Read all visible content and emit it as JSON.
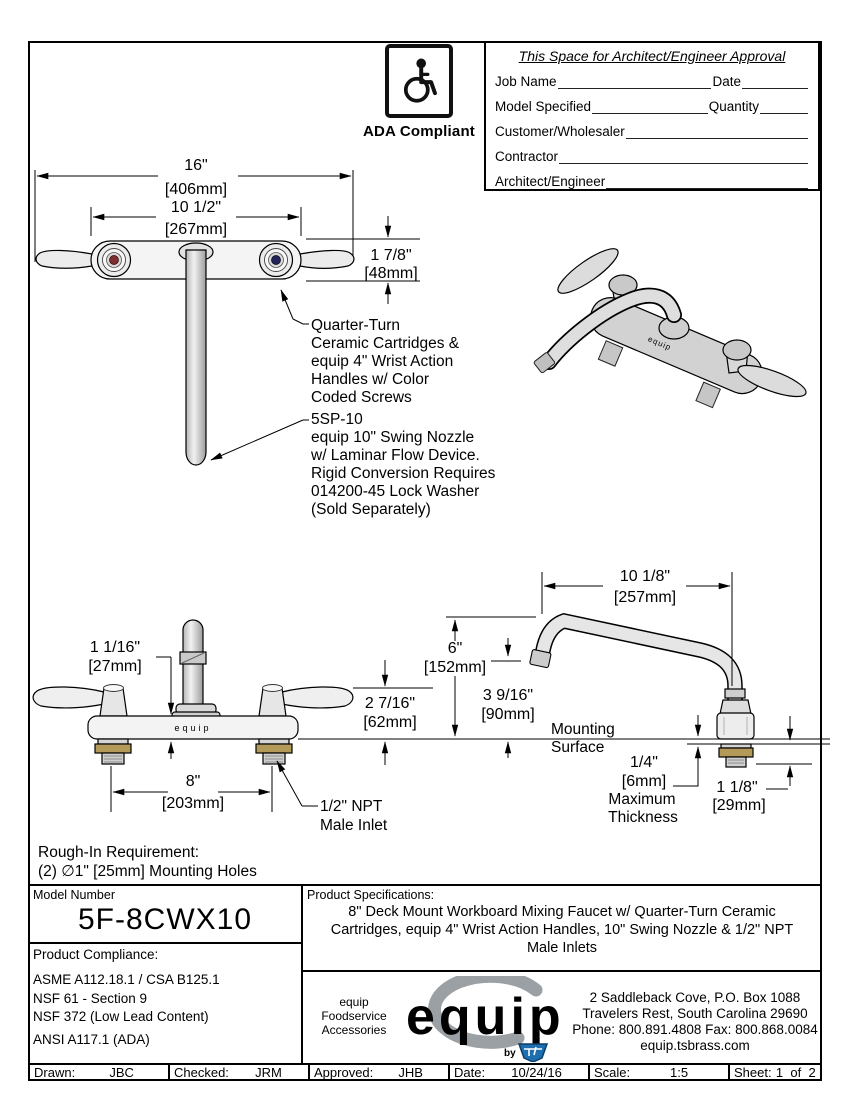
{
  "ada": {
    "label": "ADA Compliant"
  },
  "approval": {
    "title": "This Space for Architect/Engineer Approval",
    "rows": [
      {
        "left": "Job Name",
        "right": "Date"
      },
      {
        "left": "Model Specified",
        "right": "Quantity"
      },
      {
        "left": "Customer/Wholesaler",
        "right": ""
      },
      {
        "left": "Contractor",
        "right": ""
      },
      {
        "left": "Architect/Engineer",
        "right": ""
      }
    ]
  },
  "top_view": {
    "dim_width_in": "16\"",
    "dim_width_mm": "[406mm]",
    "dim_centers_in": "10 1/2\"",
    "dim_centers_mm": "[267mm]",
    "dim_depth_in": "1 7/8\"",
    "dim_depth_mm": "[48mm]",
    "callout_cartridge": [
      "Quarter-Turn",
      "Ceramic Cartridges &",
      "equip 4\" Wrist Action",
      "Handles w/ Color",
      "Coded Screws"
    ],
    "callout_nozzle": [
      "5SP-10",
      "equip 10\" Swing Nozzle",
      "w/ Laminar Flow Device.",
      "Rigid Conversion Requires",
      "014200-45 Lock Washer",
      "(Sold Separately)"
    ]
  },
  "front_view": {
    "dim_deck_in": "1 1/16\"",
    "dim_deck_mm": "[27mm]",
    "dim_height_in": "2 7/16\"",
    "dim_height_mm": "[62mm]",
    "dim_centers_in": "8\"",
    "dim_centers_mm": "[203mm]",
    "inlet_line1": "1/2\" NPT",
    "inlet_line2": "Male Inlet",
    "brand": "equip"
  },
  "side_view": {
    "dim_reach_in": "10 1/8\"",
    "dim_reach_mm": "[257mm]",
    "dim_height_in": "6\"",
    "dim_height_mm": "[152mm]",
    "dim_clear_in": "3 9/16\"",
    "dim_clear_mm": "[90mm]",
    "mount_line1": "Mounting",
    "mount_line2": "Surface",
    "thick_in": "1/4\"",
    "thick_mm": "[6mm]",
    "thick_line3": "Maximum",
    "thick_line4": "Thickness",
    "dim_shank_in": "1 1/8\"",
    "dim_shank_mm": "[29mm]"
  },
  "rough_in": {
    "line1": "Rough-In Requirement:",
    "line2": "(2)  ∅1\" [25mm] Mounting Holes"
  },
  "title_block": {
    "model_label": "Model Number",
    "model_number": "5F-8CWX10",
    "compliance_label": "Product Compliance:",
    "compliance": [
      "ASME A112.18.1 / CSA B125.1",
      "NSF 61 - Section 9",
      "NSF 372 (Low Lead Content)",
      "ANSI A117.1 (ADA)"
    ],
    "spec_label": "Product Specifications:",
    "spec_lines": [
      "8\" Deck Mount Workboard Mixing Faucet w/ Quarter-Turn Ceramic",
      "Cartridges, equip 4\" Wrist Action Handles, 10\" Swing Nozzle & 1/2\" NPT",
      "Male Inlets"
    ],
    "brand_block": [
      "equip",
      "Foodservice",
      "Accessories"
    ],
    "logo_text": "equip",
    "logo_by": "by",
    "address": [
      "2 Saddleback Cove, P.O. Box 1088",
      "Travelers Rest, South Carolina 29690",
      "Phone: 800.891.4808  Fax: 800.868.0084",
      "equip.tsbrass.com"
    ]
  },
  "footer": {
    "cells": [
      {
        "label": "Drawn:",
        "value": "JBC"
      },
      {
        "label": "Checked:",
        "value": "JRM"
      },
      {
        "label": "Approved:",
        "value": "JHB"
      },
      {
        "label": "Date:",
        "value": "10/24/16"
      },
      {
        "label": "Scale:",
        "value": "1:5"
      },
      {
        "label": "Sheet:",
        "value": "1  of  2"
      }
    ]
  },
  "colors": {
    "brass": "#b39a58",
    "steel_light": "#ededed",
    "hot_screw": "#7c3030",
    "cold_screw": "#24245a",
    "logo_blue": "#1e6fb0"
  }
}
